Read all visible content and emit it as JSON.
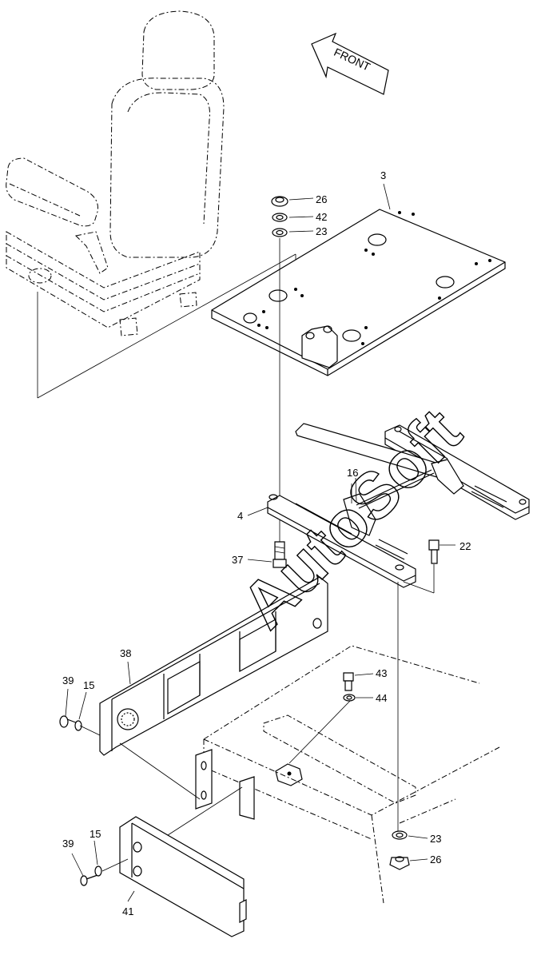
{
  "front_label": "FRONT",
  "watermark": "AutoSoft",
  "callouts": {
    "c3": "3",
    "c4": "4",
    "c15a": "15",
    "c15b": "15",
    "c16": "16",
    "c22": "22",
    "c23a": "23",
    "c23b": "23",
    "c26a": "26",
    "c26b": "26",
    "c37": "37",
    "c38": "38",
    "c39a": "39",
    "c39b": "39",
    "c41": "41",
    "c42": "42",
    "c43": "43",
    "c44": "44"
  }
}
